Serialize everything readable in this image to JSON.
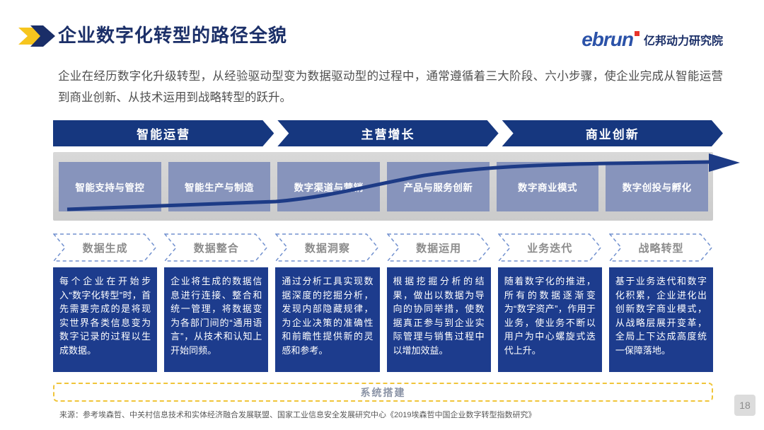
{
  "header": {
    "title": "企业数字化转型的路径全貌",
    "logo_brand": "ebrun",
    "logo_org": "亿邦动力研究院"
  },
  "intro": "企业在经历数字化升级转型，从经验驱动型变为数据驱动型的过程中，通常遵循着三大阶段、六小步骤，使企业完成从智能运营到商业创新、从技术运用到战略转型的跃升。",
  "stages": [
    "智能运营",
    "主营增长",
    "商业创新"
  ],
  "capabilities": [
    "智能支持与管控",
    "智能生产与制造",
    "数字渠道与营销",
    "产品与服务创新",
    "数字商业模式",
    "数字创投与孵化"
  ],
  "steps": [
    {
      "label": "数据生成",
      "desc": "每个企业在开始步入“数字化转型”时，首先需要完成的是将现实世界各类信息变为数字记录的过程以生成数据。"
    },
    {
      "label": "数据整合",
      "desc": "企业将生成的数据信息进行连接、整合和统一管理，将数据变为各部门间的“通用语言”，从技术和认知上开始同频。"
    },
    {
      "label": "数据洞察",
      "desc": "通过分析工具实现数据深度的挖掘分析，发现内部隐藏规律，为企业决策的准确性和前瞻性提供新的灵感和参考。"
    },
    {
      "label": "数据运用",
      "desc": "根据挖掘分析的结果，做出以数据为导向的协同举措，使数据真正参与到企业实际管理与销售过程中以增加效益。"
    },
    {
      "label": "业务迭代",
      "desc": "随着数字化的推进，所有的数据逐渐变为“数字资产”，作用于业务，使业务不断以用户为中心螺旋式迭代上升。"
    },
    {
      "label": "战略转型",
      "desc": "基于业务迭代和数字化积累，企业进化出创新数字商业模式，从战略层展开变革，全局上下达成高度统一保障落地。"
    }
  ],
  "system_band": "系统搭建",
  "source": "来源：参考埃森哲、中关村信息技术和实体经济融合发展联盟、国家工业信息安全发展研究中心《2019埃森哲中国企业数字转型指数研究》",
  "page_number": "18",
  "colors": {
    "primary_blue": "#16377f",
    "panel_blue": "#1d3c8d",
    "capability_blue": "#8794bc",
    "band_gray": "#d0d0d0",
    "accent_yellow": "#f0c53a",
    "dashed_blue": "#7291cf",
    "logo_blue": "#2b52a8",
    "logo_red": "#e8332a"
  }
}
